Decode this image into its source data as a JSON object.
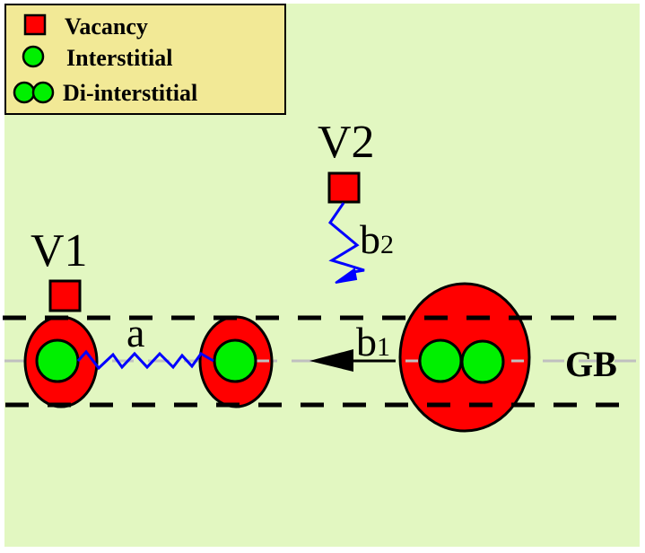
{
  "diagram": {
    "title": "Vacancy and interstitial interaction near a grain boundary",
    "colors": {
      "background": "#e2f7c1",
      "legend_bg": "#f2e996",
      "vacancy": "#ff0000",
      "interstitial": "#00f000",
      "cluster": "#ff0000",
      "path": "#0000ff",
      "gb_center_line": "#c0c0c0",
      "outline": "#000000"
    },
    "legend": {
      "items": [
        {
          "icon": "vacancy-square-icon",
          "label": "Vacancy"
        },
        {
          "icon": "interstitial-circle-icon",
          "label": "Interstitial"
        },
        {
          "icon": "di-interstitial-icon",
          "label": "Di-interstitial"
        }
      ]
    },
    "labels": {
      "v1": "V1",
      "v2": "V2",
      "a": "a",
      "b1_main": "b",
      "b1_sub": "1",
      "b2_main": "b",
      "b2_sub": "2",
      "gb": "GB"
    },
    "nodes": [
      {
        "id": "vacancy-v1",
        "type": "vacancy"
      },
      {
        "id": "vacancy-v2",
        "type": "vacancy"
      },
      {
        "id": "cluster-left",
        "type": "interstitial-in-cluster"
      },
      {
        "id": "cluster-middle",
        "type": "interstitial-in-cluster"
      },
      {
        "id": "cluster-right",
        "type": "di-interstitial-in-cluster"
      }
    ],
    "paths": [
      {
        "id": "path-a",
        "label": "a",
        "style": "zigzag",
        "from": "cluster-left",
        "to": "cluster-middle"
      },
      {
        "id": "path-b1",
        "label": "b1",
        "style": "arrow",
        "from": "cluster-right",
        "direction": "left"
      },
      {
        "id": "path-b2",
        "label": "b2",
        "style": "zigzag-arrow",
        "from": "vacancy-v2",
        "direction": "down"
      }
    ]
  }
}
